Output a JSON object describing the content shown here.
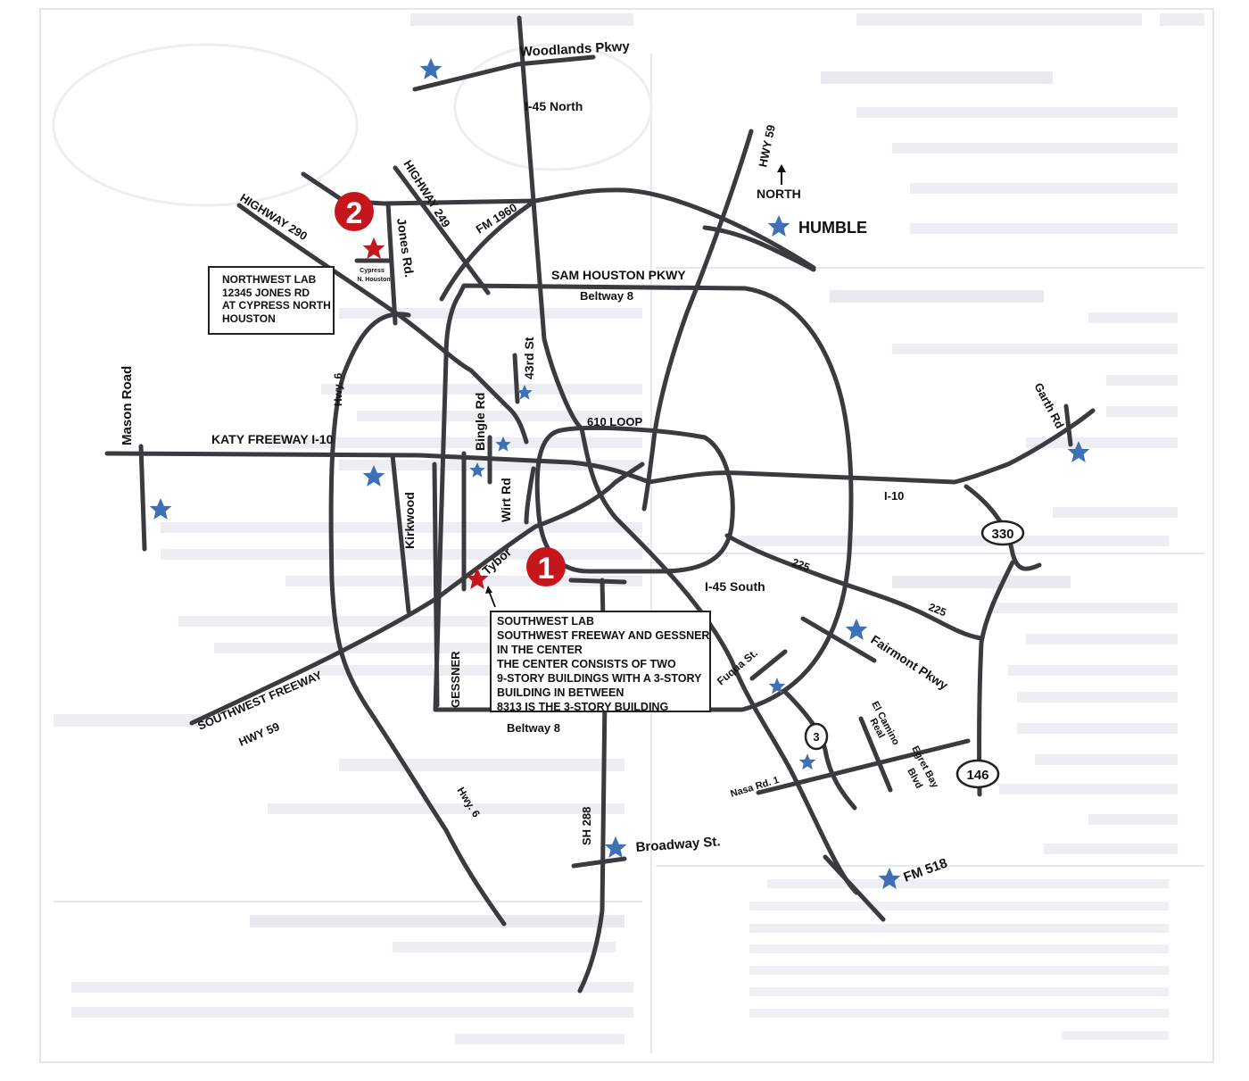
{
  "labels": {
    "woodlands_pkwy": "Woodlands Pkwy",
    "i45_north": "I-45 North",
    "hwy59": "HWY 59",
    "north": "NORTH",
    "humble": "HUMBLE",
    "highway249": "HIGHWAY 249",
    "fm1960": "FM 1960",
    "highway290": "HIGHWAY 290",
    "jones_rd": "Jones Rd.",
    "cypress": "Cypress",
    "n_houston": "N. Houston",
    "sam_houston": "SAM HOUSTON PKWY",
    "beltway8_top": "Beltway 8",
    "hwy6_west": "Hwy. 6",
    "mason_road": "Mason Road",
    "katy_freeway": "KATY FREEWAY I-10",
    "kirkwood": "Kirkwood",
    "bingle_rd": "Bingle Rd",
    "wirt_rd": "Wirt Rd",
    "rd43": "43rd St",
    "loop610": "610 LOOP",
    "i10": "I-10",
    "garth_rd": "Garth Rd",
    "sh330": "330",
    "r225a": "225",
    "r225b": "225",
    "tybor": "Tybor",
    "i45_south": "I-45 South",
    "fairmont": "Fairmont Pkwy",
    "fuqua": "Fuqua St.",
    "southwest_freeway": "SOUTHWEST FREEWAY",
    "hwy59_sw": "HWY 59",
    "gessner": "GESSNER",
    "beltway8_bottom": "Beltway 8",
    "fm3": "3",
    "el_camino": "El Camino",
    "real": "Real",
    "egret_bay": "Egret Bay",
    "blvd": "Blvd",
    "nasa_rd1": "Nasa Rd. 1",
    "sh146": "146",
    "hwy6_south": "Hwy. 6",
    "sh288": "SH 288",
    "broadway": "Broadway St.",
    "fm518": "FM 518"
  },
  "markers": {
    "lab1": "1",
    "lab2": "2"
  },
  "northwest_lab": {
    "lines": [
      "NORTHWEST LAB",
      "12345 JONES RD",
      "AT CYPRESS NORTH",
      "HOUSTON"
    ]
  },
  "southwest_lab": {
    "lines": [
      "SOUTHWEST LAB",
      "SOUTHWEST FREEWAY AND GESSNER",
      "IN THE CENTER",
      "THE CENTER CONSISTS OF TWO",
      "9-STORY BUILDINGS WITH A 3-STORY",
      "BUILDING IN BETWEEN",
      "8313 IS THE 3-STORY BUILDING"
    ]
  },
  "colors": {
    "road": "#3a3a3f",
    "lab_marker": "#c4161c",
    "star_red": "#c4161c",
    "star_blue": "#3f6fb5"
  }
}
